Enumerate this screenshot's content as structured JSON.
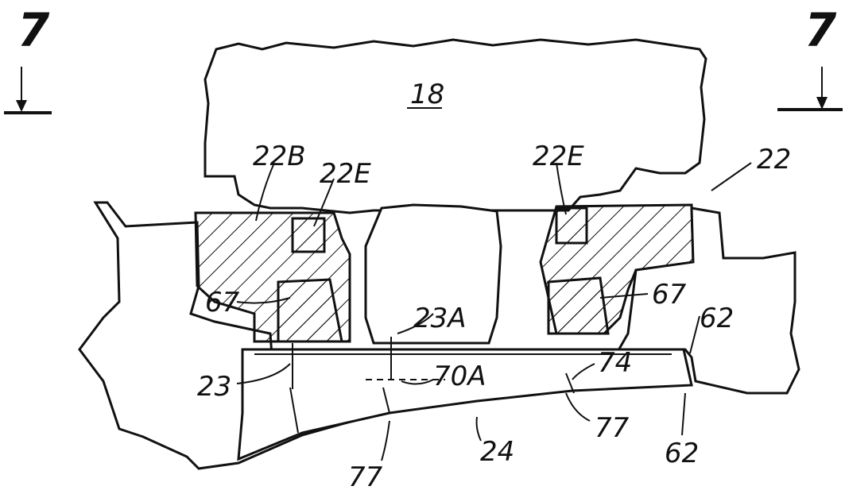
{
  "figure": {
    "section_left": "7",
    "section_right": "7",
    "labels": {
      "wheel": "18",
      "assembly": "22",
      "left_upper": "22B",
      "seal_left": "22E",
      "seal_right": "22E",
      "bearing_left": "67",
      "bearing_right": "67",
      "gap": "23A",
      "ring": "23",
      "clearance": "70A",
      "step": "74",
      "flange_right_top": "62",
      "flange_right_bottom": "62",
      "web_right": "77",
      "web_left": "77",
      "shaft": "24"
    }
  }
}
